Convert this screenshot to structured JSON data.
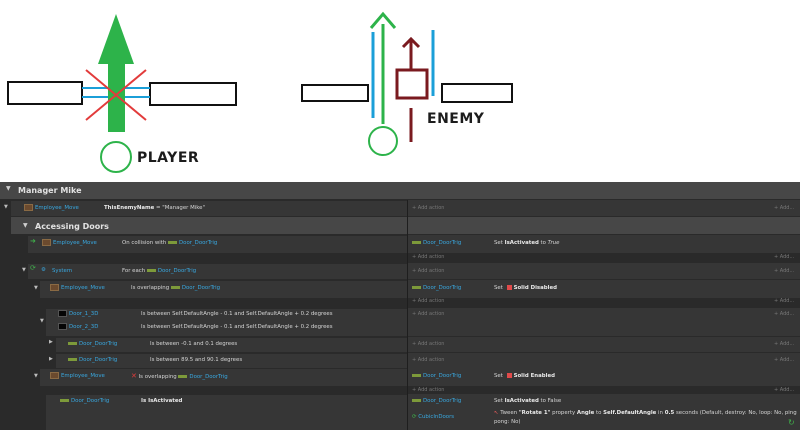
{
  "diagram": {
    "player_label": "PLAYER",
    "enemy_label": "ENEMY",
    "colors": {
      "green": "#2db34a",
      "red": "#e23b3b",
      "blue": "#1b9fd8",
      "maroon": "#7a1a1f",
      "black": "#111111"
    }
  },
  "sheet": {
    "group_title": "Manager Mike",
    "subgroup_title": "Accessing Doors",
    "add_action": "+ Add action",
    "add_short": "+ Add...",
    "row1": {
      "object": "Employee_Move",
      "cond": "ThisEnemyName",
      "cond_rest": " = \"Manager Mike\""
    },
    "row2": {
      "object": "Employee_Move",
      "cond_pre": "On collision with ",
      "cond_obj": "Door_DoorTrig",
      "act_obj": "Door_DoorTrig",
      "act_pre": "Set ",
      "act_bold": "IsActivated",
      "act_mid": " to ",
      "act_val": "True"
    },
    "row3": {
      "object": "System",
      "cond_pre": "For each ",
      "cond_obj": "Door_DoorTrig"
    },
    "row4": {
      "object": "Employee_Move",
      "cond_pre": "Is overlapping ",
      "cond_obj": "Door_DoorTrig",
      "act_obj": "Door_DoorTrig",
      "act_pre": "Set ",
      "act_bold": "Solid Disabled"
    },
    "row5a": {
      "object": "Door_1_3D",
      "cond": "Is between Self.DefaultAngle - 0.1 and Self.DefaultAngle + 0.2 degrees"
    },
    "row5b": {
      "object": "Door_2_3D",
      "cond": "Is between Self.DefaultAngle - 0.1 and Self.DefaultAngle + 0.2 degrees"
    },
    "row6": {
      "object": "Door_DoorTrig",
      "cond": "Is between -0.1 and 0.1 degrees"
    },
    "row7": {
      "object": "Door_DoorTrig",
      "cond": "Is between 89.5 and 90.1 degrees"
    },
    "row8": {
      "object": "Employee_Move",
      "cond_pre": "Is overlapping ",
      "cond_obj": "Door_DoorTrig",
      "act_obj": "Door_DoorTrig",
      "act_pre": "Set ",
      "act_bold": "Solid Enabled"
    },
    "row9": {
      "object": "Door_DoorTrig",
      "cond_bold": "Is IsActivated",
      "act1_obj": "Door_DoorTrig",
      "act1_pre": "Set ",
      "act1_bold": "IsActivated",
      "act1_rest": " to False",
      "act2_obj": "CubicInDoors",
      "act2_pre": "Tween ",
      "act2_b1": "\"Rotate 1\"",
      "act2_m1": " property ",
      "act2_b2": "Angle",
      "act2_m2": " to ",
      "act2_b3": "Self.DefaultAngle",
      "act2_m3": " in ",
      "act2_b4": "0.5",
      "act2_rest": " seconds (Default, destroy: No, loop: No, ping",
      "act2_rest2": "pong: No)"
    }
  }
}
